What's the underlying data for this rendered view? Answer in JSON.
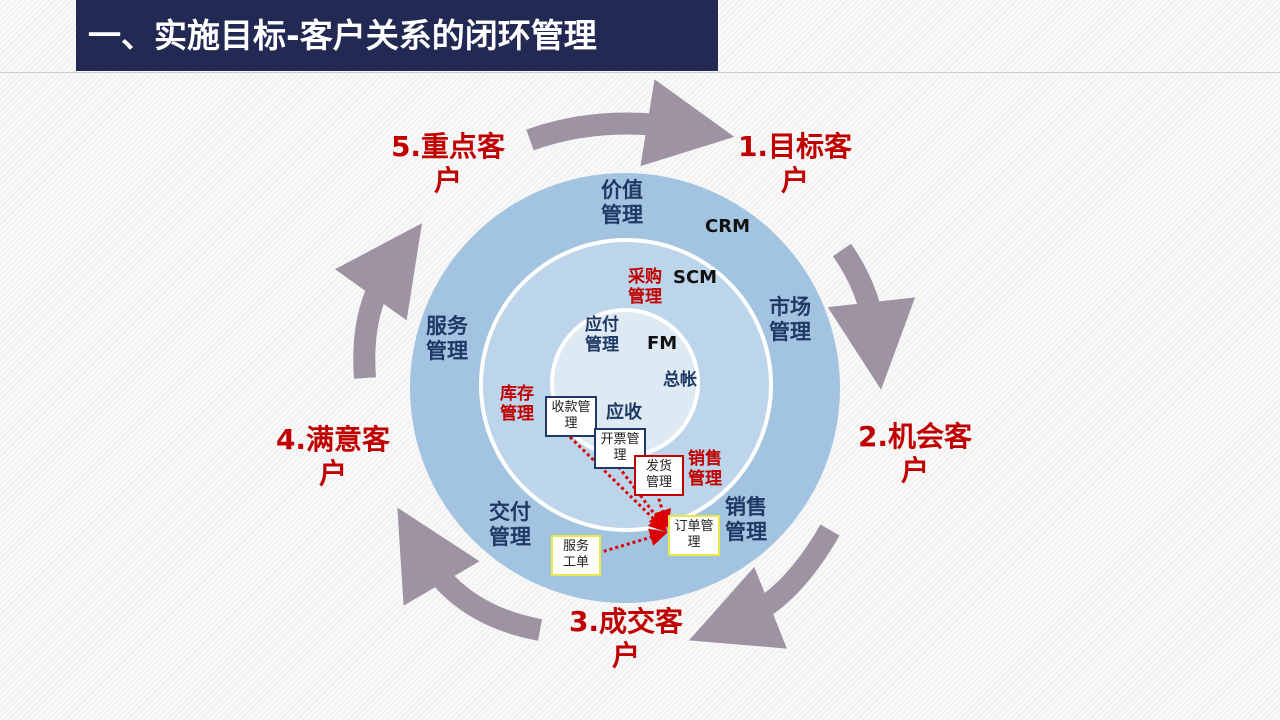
{
  "title": "一、实施目标-客户关系的闭环管理",
  "stages": [
    "1.目标客户",
    "2.机会客户",
    "3.成交客户",
    "4.满意客户",
    "5.重点客户"
  ],
  "rings": {
    "crm": "CRM",
    "scm": "SCM",
    "fm": "FM"
  },
  "crm_items": [
    "价值管理",
    "市场管理",
    "销售管理",
    "交付管理",
    "服务管理"
  ],
  "scm_items": [
    "采购管理",
    "库存管理",
    "销售管理"
  ],
  "fm_items": [
    "应付管理",
    "总帐",
    "应收"
  ],
  "boxes": [
    "收款管理",
    "开票管理",
    "发货管理",
    "订单管理",
    "服务工单"
  ],
  "colors": {
    "title_bg": "#222a54",
    "stage": "#c00000",
    "arrow": "#9e93a3",
    "outer": "#a3c4e0",
    "middle": "#bcd5ea",
    "inner": "#dde9f3"
  }
}
